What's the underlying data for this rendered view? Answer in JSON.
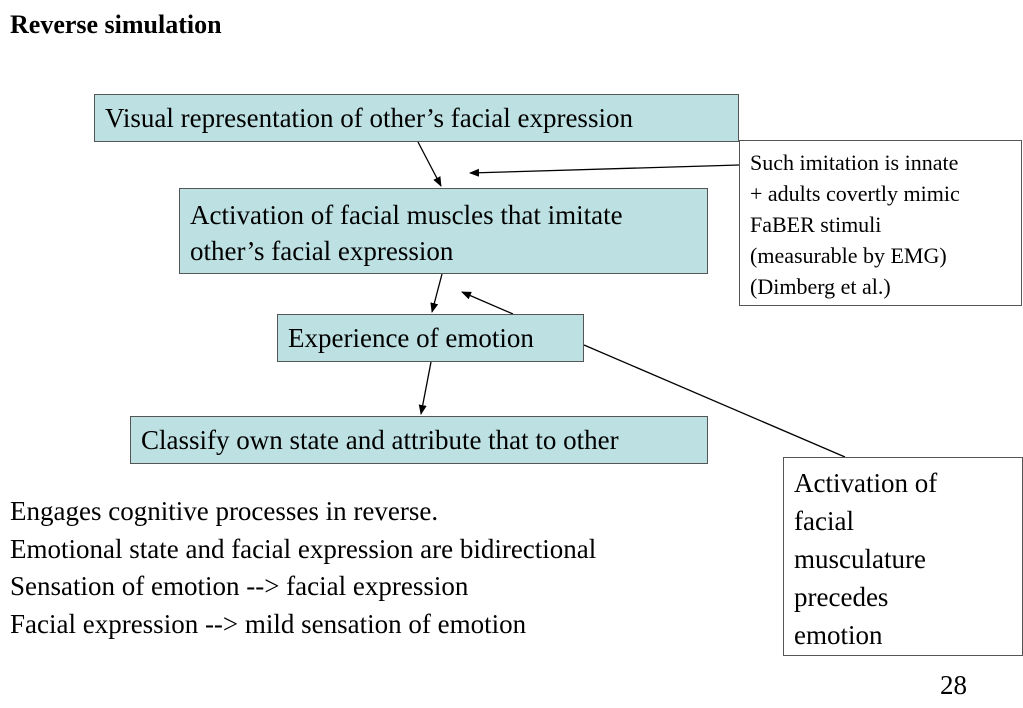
{
  "slide": {
    "title": "Reverse simulation",
    "page_number": "28"
  },
  "flow": {
    "visual": "Visual representation of other’s facial expression",
    "activation_lines": [
      "Activation of facial muscles that imitate",
      "other’s facial expression"
    ],
    "experience": "Experience of emotion",
    "classify": "Classify own state and attribute that to other"
  },
  "notes": {
    "innate_lines": [
      "Such imitation is innate",
      "+ adults covertly mimic",
      "FaBER stimuli",
      "(measurable by EMG)",
      "(Dimberg et al.)"
    ],
    "activation_lines": [
      "Activation of",
      "facial",
      "musculature",
      "precedes",
      "emotion"
    ]
  },
  "body": {
    "lines": [
      "Engages cognitive processes in reverse.",
      "Emotional state and facial expression are bidirectional",
      "Sensation of emotion --> facial expression",
      "Facial expression --> mild sensation of emotion"
    ]
  },
  "colors": {
    "box_fill": "#bde0e2",
    "box_border": "#555555",
    "line": "#000000"
  }
}
